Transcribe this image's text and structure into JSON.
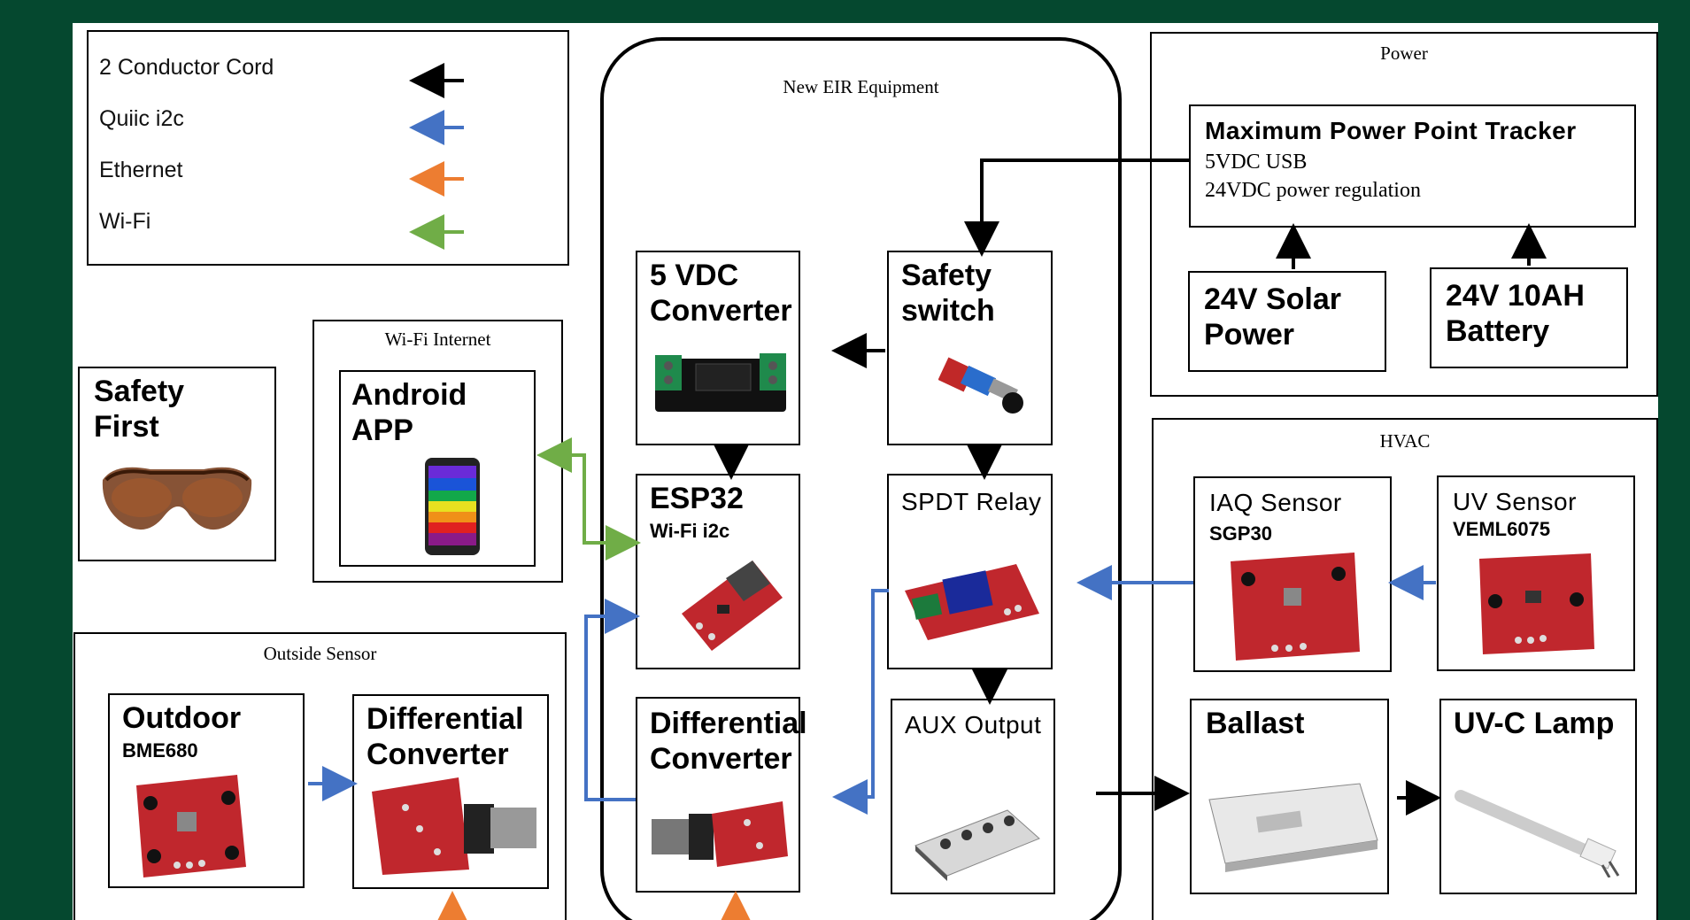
{
  "legend": {
    "items": [
      {
        "label": "2 Conductor Cord",
        "color": "#000000"
      },
      {
        "label": "Quiic i2c",
        "color": "#4472c4"
      },
      {
        "label": "Ethernet",
        "color": "#ed7d31"
      },
      {
        "label": "Wi-Fi",
        "color": "#70ad47"
      }
    ]
  },
  "groups": {
    "eir": "New EIR Equipment",
    "power": "Power",
    "hvac": "HVAC",
    "wifi": "Wi-Fi  Internet",
    "outside": "Outside Sensor"
  },
  "blocks": {
    "safety_first": {
      "title": "Safety\nFirst"
    },
    "android": {
      "title": "Android\nAPP"
    },
    "vdc5": {
      "title": "5 VDC\nConverter"
    },
    "safety_switch": {
      "title": "Safety\nswitch"
    },
    "esp32": {
      "title": "ESP32",
      "subtitle": "Wi-Fi i2c"
    },
    "relay": {
      "title": "SPDT Relay"
    },
    "diff_inner": {
      "title": "Differential\nConverter"
    },
    "aux": {
      "title": "AUX Output"
    },
    "outdoor": {
      "title": "Outdoor",
      "subtitle": "BME680"
    },
    "diff_outer": {
      "title": "Differential\nConverter"
    },
    "mppt": {
      "title": "Maximum  Power Point Tracker",
      "line1": "5VDC USB",
      "line2": "24VDC power regulation"
    },
    "solar": {
      "title": "24V Solar\nPower"
    },
    "battery": {
      "title": "24V 10AH\nBattery"
    },
    "iaq": {
      "title": "IAQ Sensor",
      "subtitle": "SGP30"
    },
    "uv": {
      "title": "UV Sensor",
      "subtitle": "VEML6075"
    },
    "ballast": {
      "title": "Ballast"
    },
    "lamp": {
      "title": "UV-C Lamp"
    }
  },
  "colors": {
    "background": "#05482f",
    "cord": "#000000",
    "i2c": "#4472c4",
    "ethernet": "#ed7d31",
    "wifi": "#70ad47",
    "board_red": "#c0272d"
  }
}
